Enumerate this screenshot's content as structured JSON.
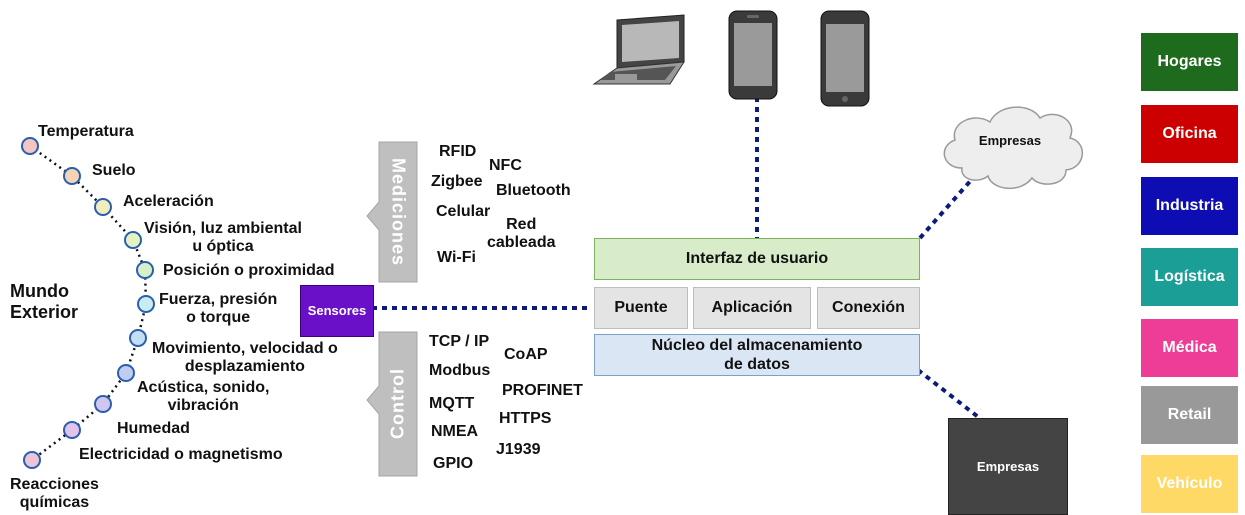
{
  "left": {
    "heading": "Mundo\nExterior",
    "items": [
      "Temperatura",
      "Suelo",
      "Aceleración",
      "Visión, luz ambiental\nu óptica",
      "Posición o proximidad",
      "Fuerza,  presión\no torque",
      "Movimiento, velocidad o\ndesplazamiento",
      "Acústica, sonido,\nvibración",
      "Humedad",
      "Electricidad o magnetismo",
      "Reacciones\nquímicas"
    ]
  },
  "sensores": "Sensores",
  "mediciones": {
    "tab": "Mediciones",
    "protocols": [
      "RFID",
      "NFC",
      "Zigbee",
      "Bluetooth",
      "Celular",
      "Red\ncableada",
      "Wi-Fi"
    ]
  },
  "control": {
    "tab": "Control",
    "protocols": [
      "TCP / IP",
      "CoAP",
      "Modbus",
      "PROFINET",
      "MQTT",
      "HTTPS",
      "NMEA",
      "J1939",
      "GPIO"
    ]
  },
  "platform": {
    "ui": "Interfaz de usuario",
    "puente": "Puente",
    "aplicacion": "Aplicación",
    "conexion": "Conexión",
    "nucleo": "Núcleo del almacenamiento\nde datos"
  },
  "cloud_label": "Empresas",
  "server_label": "Empresas",
  "sectors": [
    {
      "label": "Hogares",
      "color": "#1e6b1e"
    },
    {
      "label": "Oficina",
      "color": "#cc0000"
    },
    {
      "label": "Industria",
      "color": "#0d0db3"
    },
    {
      "label": "Logística",
      "color": "#1a9e96"
    },
    {
      "label": "Médica",
      "color": "#ee3d96"
    },
    {
      "label": "Retail",
      "color": "#999999"
    },
    {
      "label": "Vehículo",
      "color": "#ffd966"
    }
  ],
  "devices": [
    "laptop-icon",
    "smartphone-icon",
    "tablet-icon"
  ]
}
